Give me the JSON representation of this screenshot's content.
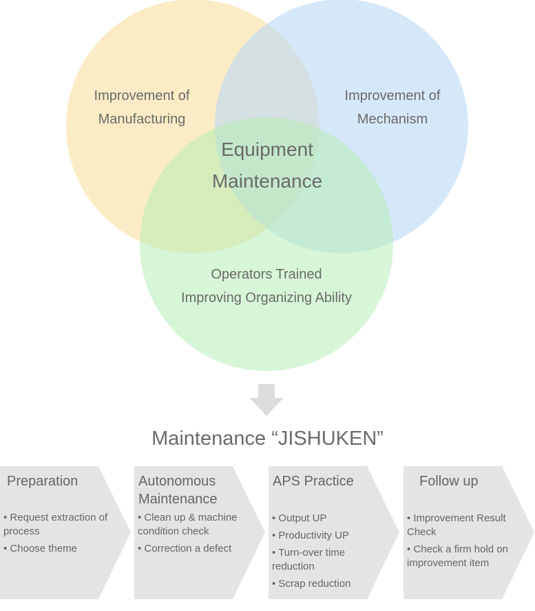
{
  "venn": {
    "circles": [
      {
        "name": "manufacturing",
        "lines": [
          "Improvement of",
          "Manufacturing"
        ],
        "color": "#fbe2a8"
      },
      {
        "name": "mechanism",
        "lines": [
          "Improvement of",
          "Mechanism"
        ],
        "color": "#b9d8f5"
      },
      {
        "name": "operators",
        "lines": [
          "Operators Trained",
          "Improving Organizing Ability"
        ],
        "color": "#bdeebe"
      }
    ],
    "center": {
      "lines": [
        "Equipment",
        "Maintenance"
      ]
    }
  },
  "jishuken_title": "Maintenance “JISHUKEN”",
  "steps": [
    {
      "title_lines": [
        "Preparation"
      ],
      "items": [
        "Request extraction of process",
        "Choose theme"
      ]
    },
    {
      "title_lines": [
        "Autonomous",
        "Maintenance"
      ],
      "items": [
        "Clean up & machine condition check",
        "Correction a defect"
      ]
    },
    {
      "title_lines": [
        "APS Practice"
      ],
      "items": [
        "Output UP",
        "Productivity UP",
        "Turn-over time reduction",
        "Scrap reduction"
      ]
    },
    {
      "title_lines": [
        "Follow up"
      ],
      "items": [
        "Improvement Result Check",
        "Check a firm hold on improvement item"
      ]
    }
  ],
  "colors": {
    "text": "#666666",
    "arrow": "#dcdcdc",
    "step_fill": "#e4e4e4"
  }
}
